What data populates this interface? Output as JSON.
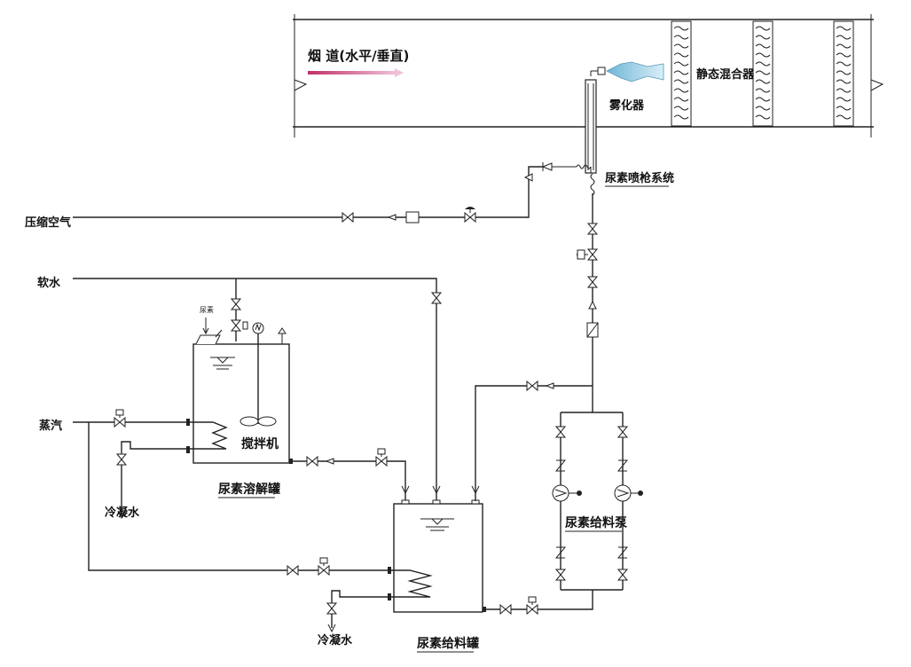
{
  "labels": {
    "flue": "烟 道(水平/垂直)",
    "atomizer": "雾化器",
    "static_mixer": "静态混合器",
    "lance_system": "尿素喷枪系统",
    "compressed_air": "压缩空气",
    "soft_water": "软水",
    "steam": "蒸汽",
    "urea_small": "尿素",
    "agitator": "搅拌机",
    "dissolve_tank": "尿素溶解罐",
    "condensate_1": "冷凝水",
    "condensate_2": "冷凝水",
    "feed_pump": "尿素给料泵",
    "feed_tank": "尿素给料罐"
  },
  "colors": {
    "flow_arrow": "#c0306a",
    "line": "#222222",
    "nozzle": "#9fd3e8"
  }
}
